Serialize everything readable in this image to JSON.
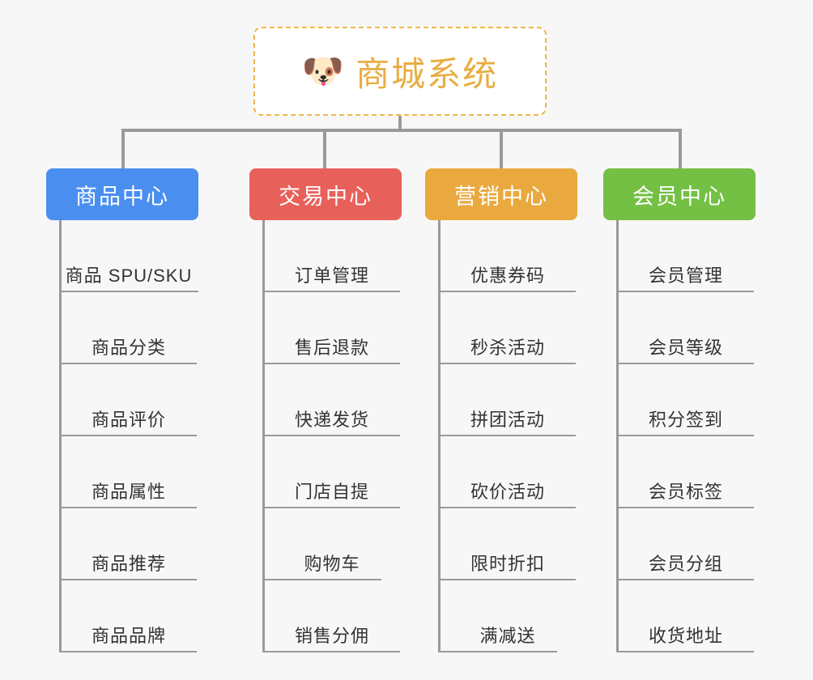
{
  "diagram": {
    "type": "org-chart",
    "title": "商城系统",
    "background_color": "#f7f7f7",
    "connector_color": "#9a9a9a"
  },
  "root": {
    "icon": "dog-face-emoji",
    "icon_glyph": "🐶",
    "label": "商城系统",
    "text_color": "#e8ad42",
    "border_color": "#f0b64a",
    "background_color": "#ffffff"
  },
  "branches": [
    {
      "label": "商品中心",
      "color": "#4a8ef0",
      "items": [
        "商品 SPU/SKU",
        "商品分类",
        "商品评价",
        "商品属性",
        "商品推荐",
        "商品品牌"
      ]
    },
    {
      "label": "交易中心",
      "color": "#e8605a",
      "items": [
        "订单管理",
        "售后退款",
        "快递发货",
        "门店自提",
        "购物车",
        "销售分佣"
      ]
    },
    {
      "label": "营销中心",
      "color": "#eaa93f",
      "items": [
        "优惠券码",
        "秒杀活动",
        "拼团活动",
        "砍价活动",
        "限时折扣",
        "满减送"
      ]
    },
    {
      "label": "会员中心",
      "color": "#74c044",
      "items": [
        "会员管理",
        "会员等级",
        "积分签到",
        "会员标签",
        "会员分组",
        "收货地址"
      ]
    }
  ]
}
